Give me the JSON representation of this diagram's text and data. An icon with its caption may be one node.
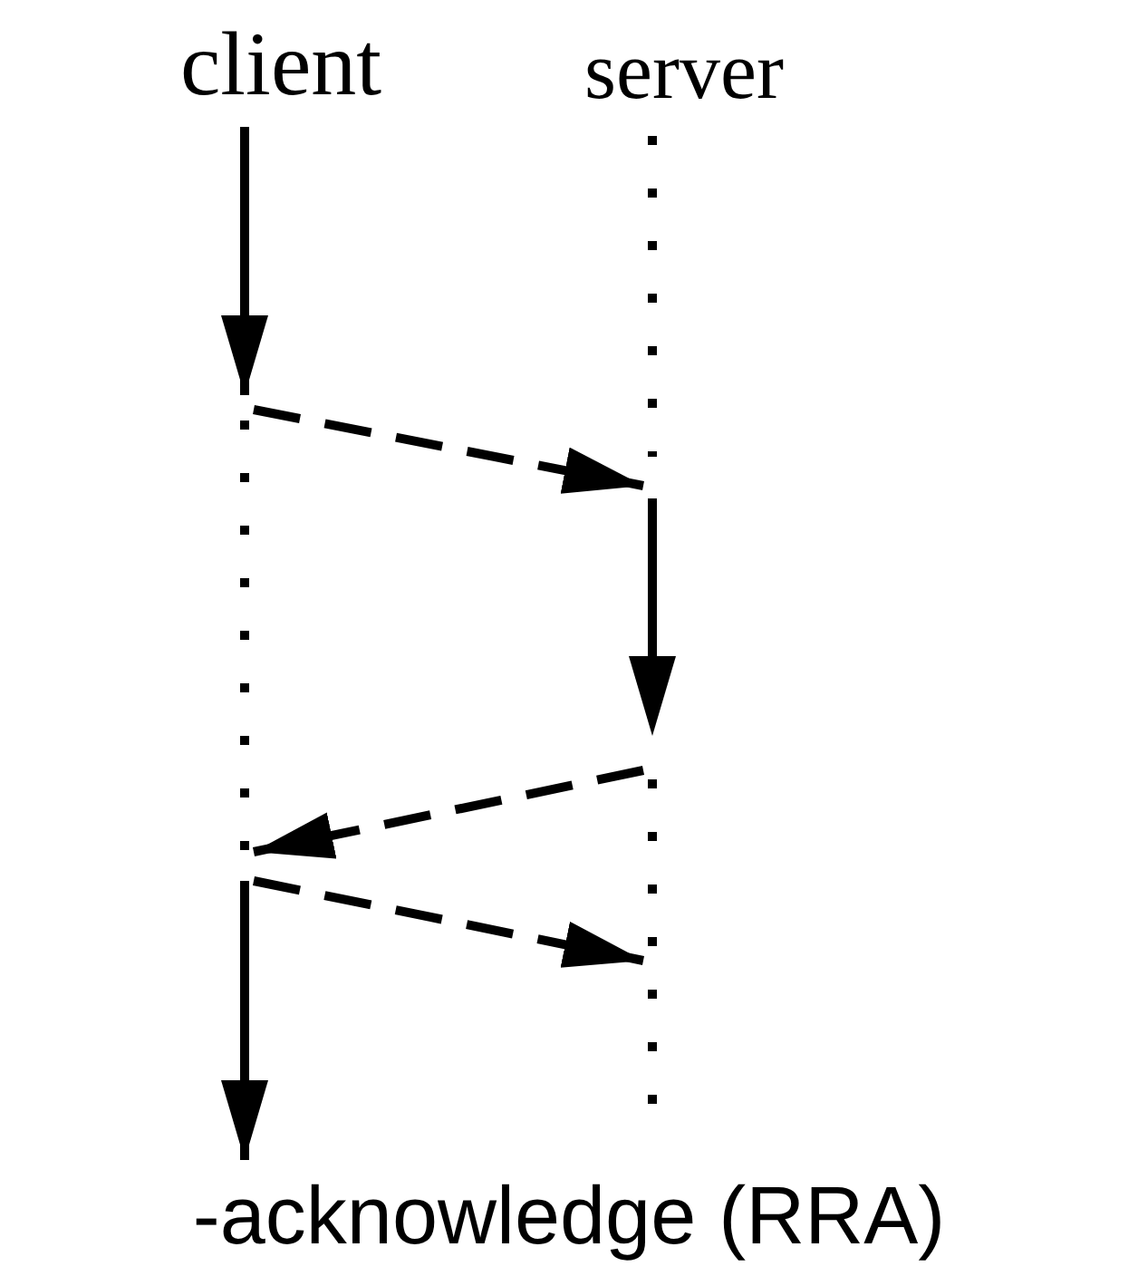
{
  "diagram": {
    "nodes": [
      {
        "text": [
          "client"
        ]
      },
      {
        "text": [
          "server"
        ]
      },
      {
        "text": [],
        "shape": "line"
      },
      {
        "text": [],
        "shape": "line"
      },
      {
        "text": [
          "-acknowledge (RRA)"
        ]
      }
    ],
    "edges": [
      {
        "from": 0,
        "to": 2,
        "arrow": "to"
      },
      {
        "from": 2,
        "to": 3,
        "arrow": "to",
        "style": "dashed"
      },
      {
        "from": 3,
        "to": 2,
        "arrow": "to",
        "style": "dashed"
      },
      {
        "from": 2,
        "to": 3,
        "arrow": "to",
        "style": "dashed"
      },
      {
        "from": 2,
        "to": 4,
        "arrow": "to"
      }
    ]
  }
}
